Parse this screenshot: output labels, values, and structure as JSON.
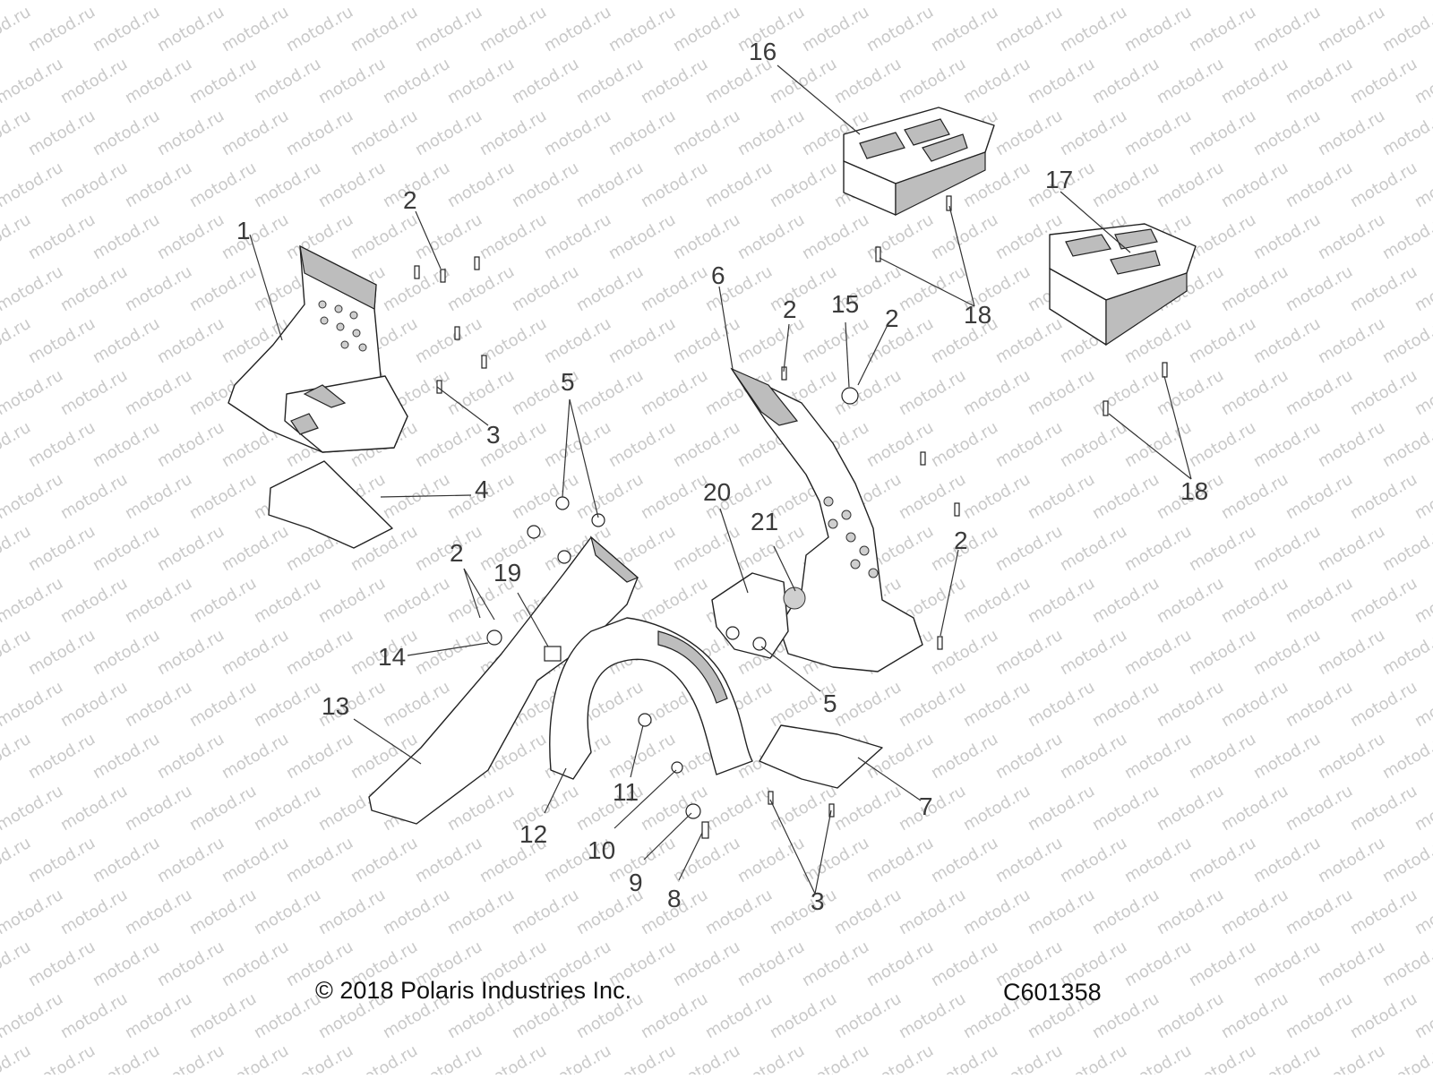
{
  "watermark_text": "motod.ru",
  "callouts": [
    {
      "label": "1"
    },
    {
      "label": "2"
    },
    {
      "label": "3"
    },
    {
      "label": "4"
    },
    {
      "label": "5"
    },
    {
      "label": "2"
    },
    {
      "label": "19"
    },
    {
      "label": "14"
    },
    {
      "label": "13"
    },
    {
      "label": "12"
    },
    {
      "label": "11"
    },
    {
      "label": "10"
    },
    {
      "label": "9"
    },
    {
      "label": "8"
    },
    {
      "label": "3"
    },
    {
      "label": "7"
    },
    {
      "label": "5"
    },
    {
      "label": "20"
    },
    {
      "label": "21"
    },
    {
      "label": "6"
    },
    {
      "label": "2"
    },
    {
      "label": "15"
    },
    {
      "label": "2"
    },
    {
      "label": "2"
    },
    {
      "label": "16"
    },
    {
      "label": "18"
    },
    {
      "label": "17"
    },
    {
      "label": "18"
    }
  ],
  "footer": {
    "copyright": "© 2018 Polaris Industries Inc.",
    "drawing_number": "C601358"
  }
}
